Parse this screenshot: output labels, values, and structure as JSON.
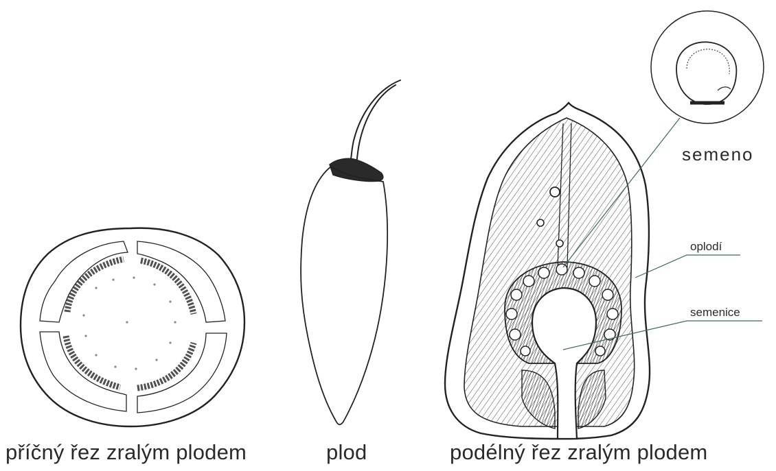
{
  "captions": {
    "cross_section": "příčný řez zralým plodem",
    "fruit": "plod",
    "longitudinal_section": "podélný řez zralým plodem"
  },
  "labels": {
    "seed": "semeno",
    "pericarp": "oplodí",
    "placenta": "semenice"
  }
}
